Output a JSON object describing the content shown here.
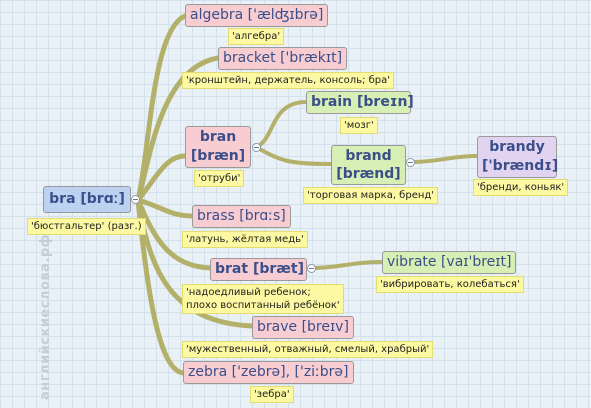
{
  "watermark": "английскиеслова.рф",
  "colors": {
    "branch": "#b3b06a",
    "pink": "#f8cdd2",
    "blue": "#bcd2f0",
    "green": "#d7efb4",
    "purple": "#e2d4f1",
    "note": "#fdf8a2"
  },
  "root": {
    "word": "bra [brɑː]",
    "translation": "'бюстгальтер' (разг.)"
  },
  "nodes": {
    "algebra": {
      "word": "algebra ['ælʤɪbrə]",
      "translation": "'алгебра'"
    },
    "bracket": {
      "word": "bracket ['brækɪt]",
      "translation": "'кронштейн, держатель, консоль; бра'"
    },
    "bran": {
      "word_line1": "bran",
      "word_line2": "[bræn]",
      "translation": "'отруби'"
    },
    "brain": {
      "word": "brain [breɪn]",
      "translation": "'мозг'"
    },
    "brand": {
      "word_line1": "brand",
      "word_line2": "[brænd]",
      "translation": "'торговая марка, бренд'"
    },
    "brandy": {
      "word_line1": "brandy",
      "word_line2": "['brændɪ]",
      "translation": "'бренди, коньяк'"
    },
    "brass": {
      "word": "brass [brɑːs]",
      "translation": "'латунь, жёлтая медь'"
    },
    "brat": {
      "word": "brat [bræt]",
      "translation_line1": "'надоедливый ребенок;",
      "translation_line2": "плохо воспитанный ребёнок'"
    },
    "vibrate": {
      "word": "vibrate [vaɪ'breɪt]",
      "translation": "'вибрировать, колебаться'"
    },
    "brave": {
      "word": "brave [breɪv]",
      "translation": "'мужественный, отважный, смелый, храбрый'"
    },
    "zebra": {
      "word": "zebra ['zebrə], ['ziːbrə]",
      "translation": "'зебра'"
    }
  }
}
